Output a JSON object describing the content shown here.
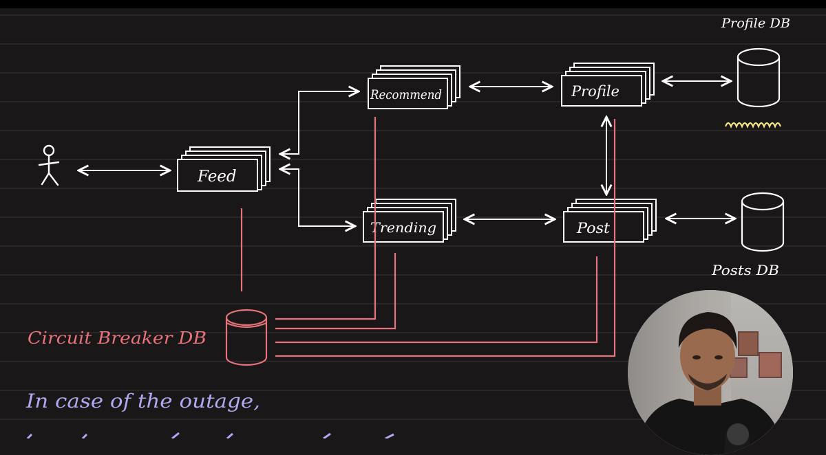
{
  "diagram": {
    "nodes": {
      "feed": "Feed",
      "recommend": "Recommend",
      "trending": "Trending",
      "profile": "Profile",
      "post": "Post",
      "profile_db": "Profile DB",
      "posts_db": "Posts DB",
      "circuit_breaker_db": "Circuit Breaker DB"
    },
    "note_line1": "In case of the outage,",
    "colors": {
      "background": "#1a1718",
      "ruled_line": "#3a3637",
      "ink": "#ffffff",
      "circuit": "#e9737a",
      "note": "#b2a8f0",
      "scribble": "#f2e58a"
    }
  },
  "webcam": {
    "subject": "presenter"
  }
}
